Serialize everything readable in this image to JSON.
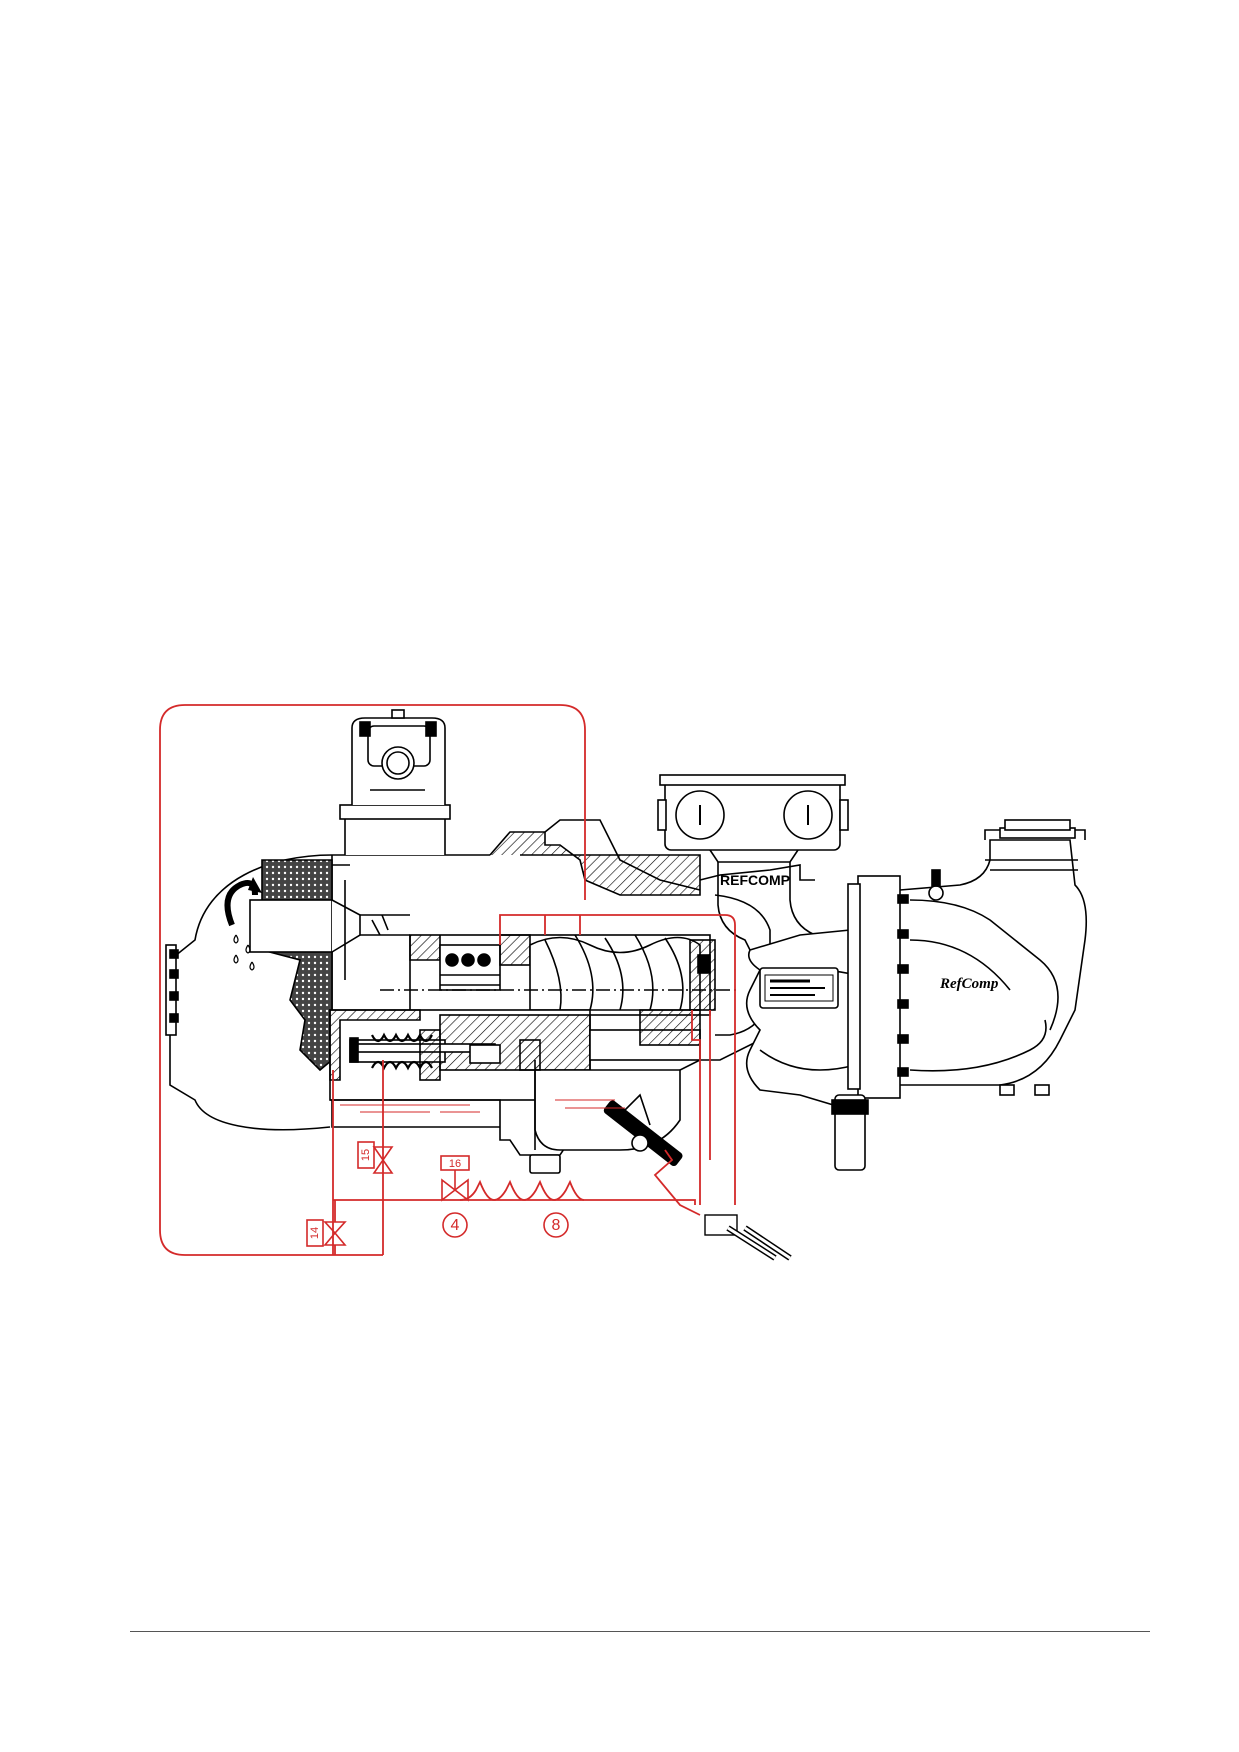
{
  "diagram": {
    "brand_body": "REFCOMP",
    "brand_motor": "RefComp",
    "callouts": {
      "valve_14": "14",
      "valve_15": "15",
      "valve_16": "16",
      "item_4": "4",
      "item_8": "8"
    }
  },
  "colors": {
    "line": "#000000",
    "oil_circuit": "#d42a2a",
    "page_rule": "#555555"
  }
}
